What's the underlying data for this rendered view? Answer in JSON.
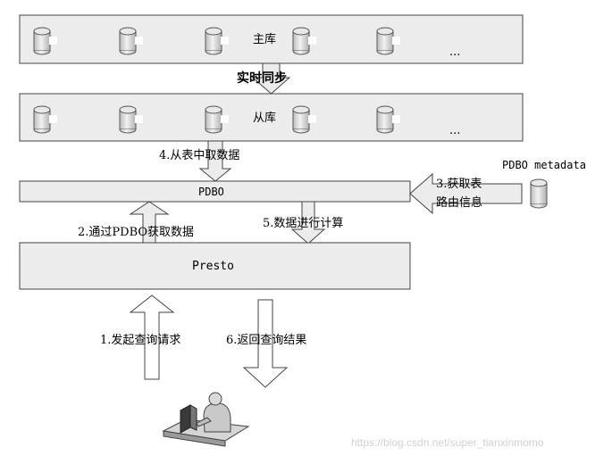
{
  "master": {
    "label": "主库",
    "ellipsis": "..."
  },
  "sync_label": "实时同步",
  "slave": {
    "label": "从库",
    "ellipsis": "..."
  },
  "pdbo": {
    "label": "PDBO"
  },
  "presto": {
    "label": "Presto"
  },
  "metadata": {
    "label": "PDBO metadata"
  },
  "steps": {
    "s1": "1.发起查询请求",
    "s2": "2.通过PDBO获取数据",
    "s3_line1": "3.获取表",
    "s3_line2": "路由信息",
    "s4": "4.从表中取数据",
    "s5": "5.数据进行计算",
    "s6": "6.返回查询结果"
  },
  "watermark": "https://blog.csdn.net/super_tianxinmomo",
  "colors": {
    "box_fill": "#ececec",
    "arrow_fill": "#ececec",
    "stroke": "#444444",
    "db_fill": "#e4e4e4"
  }
}
